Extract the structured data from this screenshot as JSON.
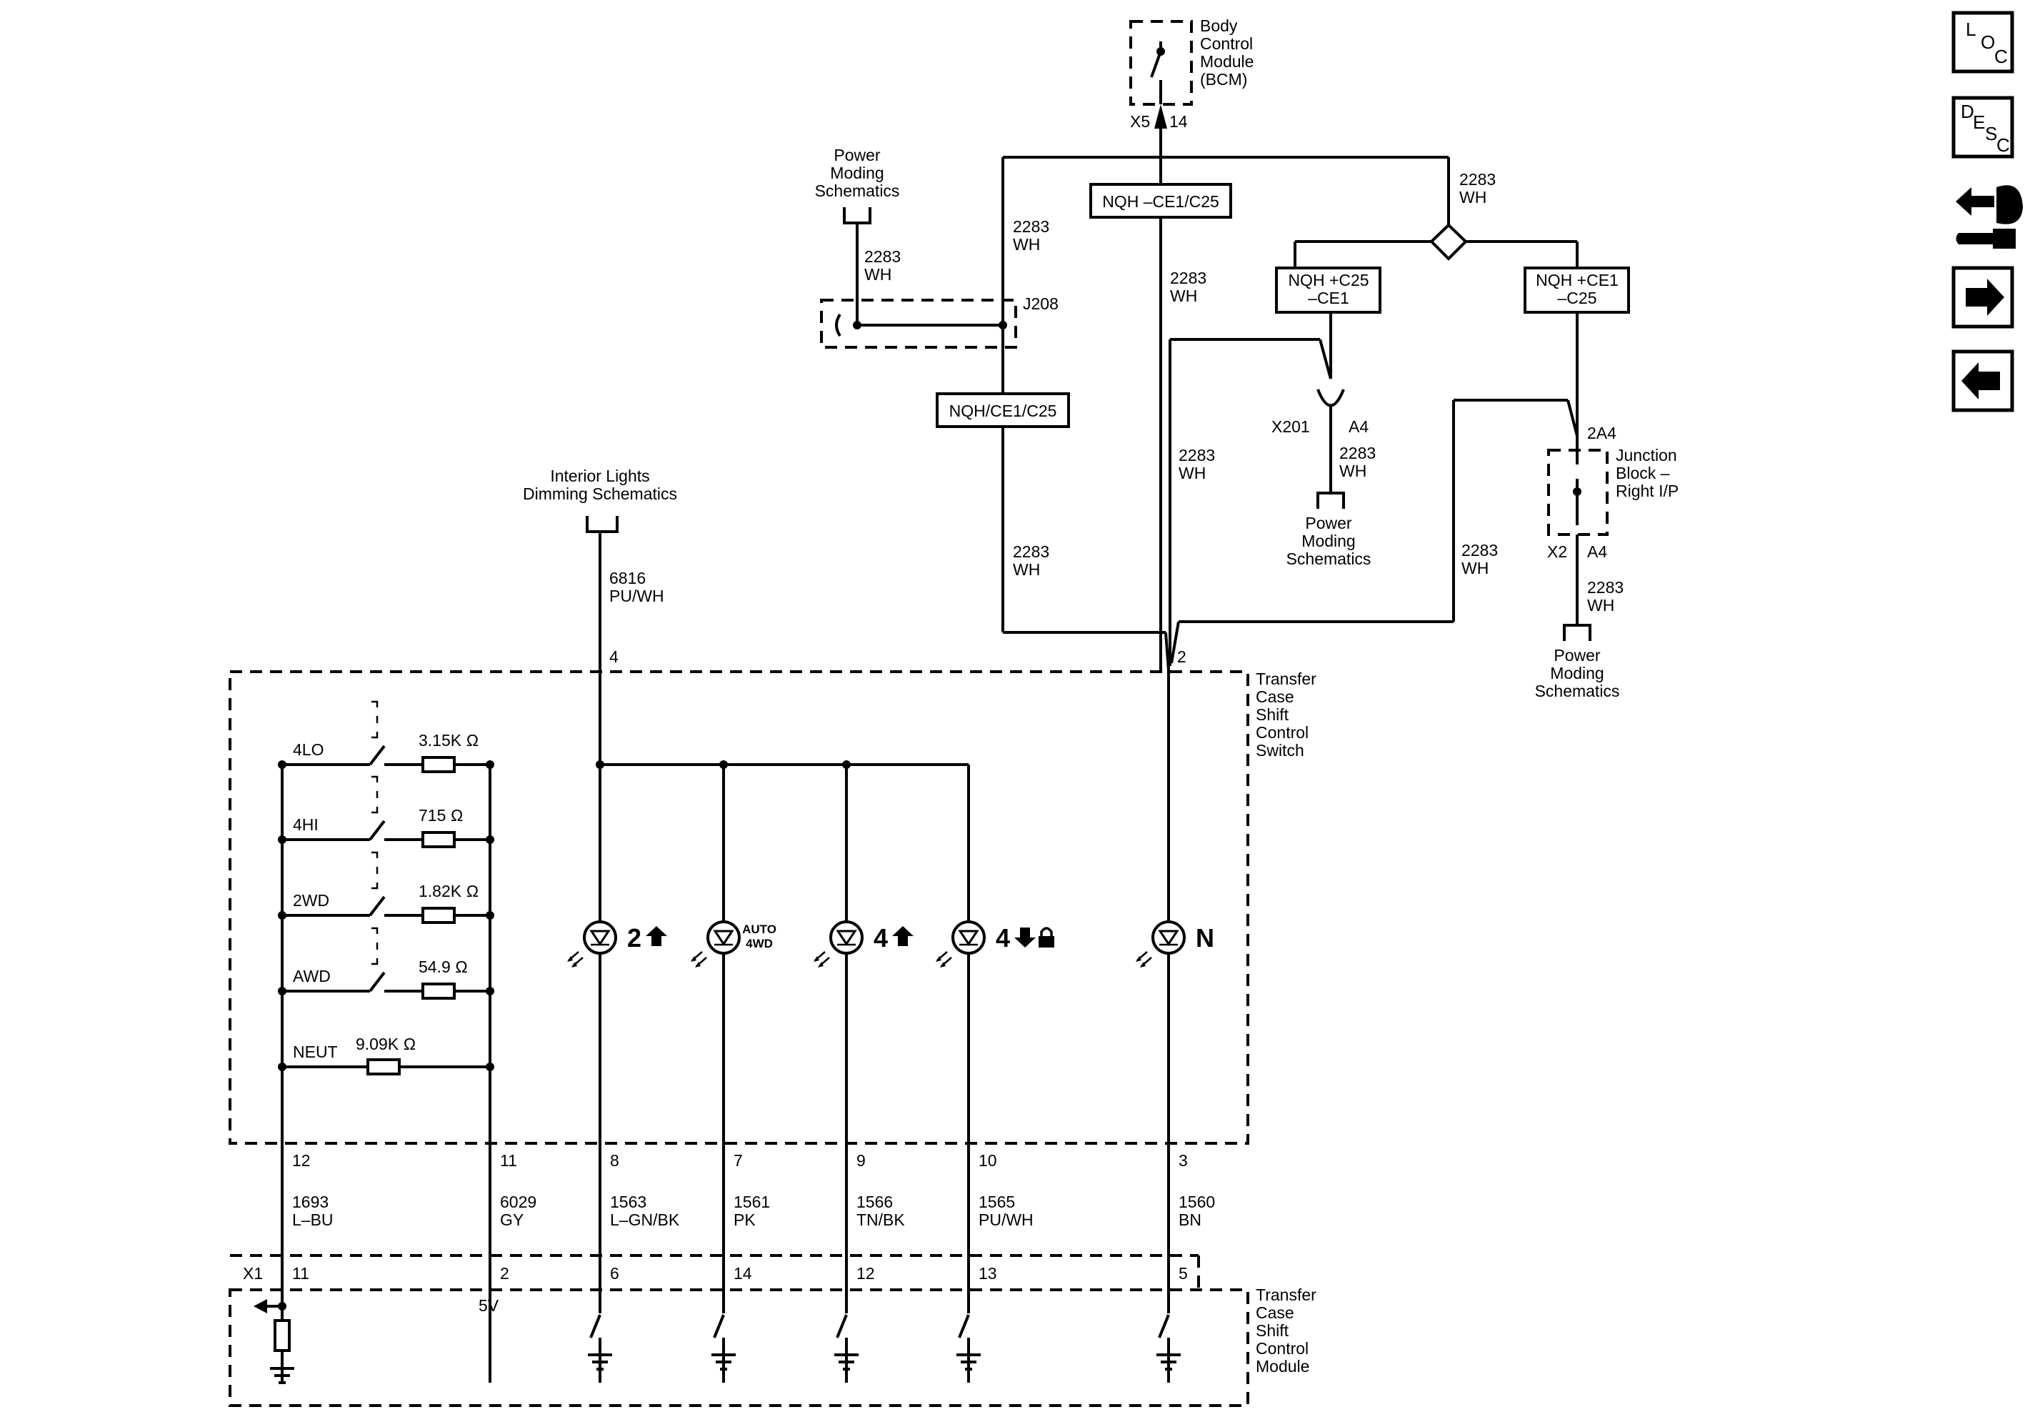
{
  "bcm": {
    "name_lines": [
      "Body",
      "Control",
      "Module",
      "(BCM)"
    ],
    "conn": "X5",
    "pin": "14"
  },
  "circuit_2283": "2283",
  "color_wh": "WH",
  "power_moding_lines": [
    "Power",
    "Moding",
    "Schematics"
  ],
  "option_boxes": {
    "top": "NQH –CE1/C25",
    "left": "NQH/CE1/C25",
    "mid_lines": [
      "NQH +C25",
      "–CE1"
    ],
    "right_lines": [
      "NQH +CE1",
      "–C25"
    ]
  },
  "splice": "J208",
  "inline_x201": {
    "conn": "X201",
    "pin": "A4"
  },
  "junction_block": {
    "top_pin": "2A4",
    "name_lines": [
      "Junction",
      "Block –",
      "Right I/P"
    ],
    "conn": "X2",
    "pin": "A4"
  },
  "interior_lights": {
    "name_lines": [
      "Interior Lights",
      "Dimming Schematics"
    ],
    "circuit": "6816",
    "color": "PU/WH",
    "pin": "4"
  },
  "switch": {
    "name_lines": [
      "Transfer",
      "Case",
      "Shift",
      "Control",
      "Switch"
    ],
    "feed_pin": "2",
    "positions": [
      {
        "label": "4LO",
        "resistance": "3.15K Ω"
      },
      {
        "label": "4HI",
        "resistance": "715 Ω"
      },
      {
        "label": "2WD",
        "resistance": "1.82K Ω"
      },
      {
        "label": "AWD",
        "resistance": "54.9 Ω"
      },
      {
        "label": "NEUT",
        "resistance": "9.09K Ω"
      }
    ],
    "indicators": [
      {
        "symbol": "2",
        "arrow": "up"
      },
      {
        "symbol": "AUTO",
        "sub": "4WD"
      },
      {
        "symbol": "4",
        "arrow": "up"
      },
      {
        "symbol": "4",
        "arrow": "down",
        "lock": true
      },
      {
        "symbol": "N"
      }
    ]
  },
  "output_circuits": [
    {
      "switch_pin": "12",
      "circuit": "1693",
      "color": "L–BU",
      "module_pin": "11"
    },
    {
      "switch_pin": "11",
      "circuit": "6029",
      "color": "GY",
      "module_pin": "2"
    },
    {
      "switch_pin": "8",
      "circuit": "1563",
      "color": "L–GN/BK",
      "module_pin": "6"
    },
    {
      "switch_pin": "7",
      "circuit": "1561",
      "color": "PK",
      "module_pin": "14"
    },
    {
      "switch_pin": "9",
      "circuit": "1566",
      "color": "TN/BK",
      "module_pin": "12"
    },
    {
      "switch_pin": "10",
      "circuit": "1565",
      "color": "PU/WH",
      "module_pin": "13"
    },
    {
      "switch_pin": "3",
      "circuit": "1560",
      "color": "BN",
      "module_pin": "5"
    }
  ],
  "module": {
    "conn": "X1",
    "ref_voltage": "5V",
    "name_lines": [
      "Transfer",
      "Case",
      "Shift",
      "Control",
      "Module"
    ]
  },
  "nav": {
    "loc": [
      "L",
      "O",
      "C"
    ],
    "desc": [
      "D",
      "E",
      "S",
      "C"
    ],
    "buttons": [
      "connector-icon",
      "right-arrow-icon",
      "left-arrow-icon"
    ]
  }
}
